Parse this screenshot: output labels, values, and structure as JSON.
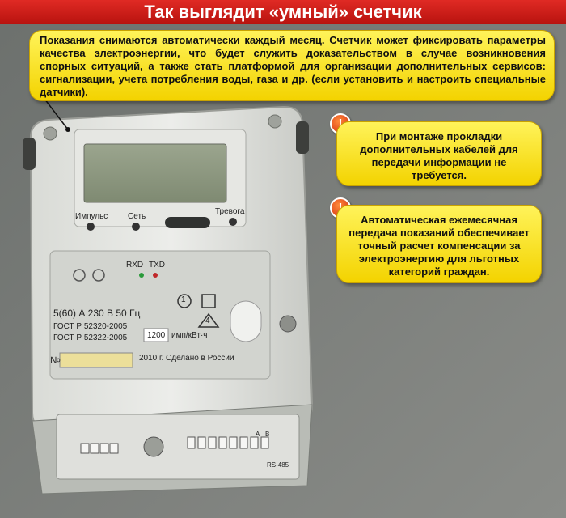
{
  "header": {
    "title": "Так выглядит «умный» счетчик"
  },
  "callouts": {
    "main": "Показания снимаются автоматически каждый месяц. Счетчик может фиксировать параметры качества электроэнергии, что будет служить доказательством в случае возникновения спорных ситуаций, а также стать платформой для организации дополнительных сервисов: сигнализации, учета потребления воды, газа и др. (если установить и настроить специальные датчики).",
    "side1": "При монтаже прокладки дополнительных кабелей для передачи информации не требуется.",
    "side2": "Автоматическая ежемесячная передача показаний обеспечивает точный расчет компенсации за электроэнергию для льготных категорий граждан.",
    "warn_glyph": "!"
  },
  "meter": {
    "impulse": "Импульс",
    "network": "Сеть",
    "alarm": "Тревога",
    "rxd": "RXD",
    "txd": "TXD",
    "rating": "5(60) А  230 В  50 Гц",
    "gost1": "ГОСТ Р 52320-2005",
    "gost2": "ГОСТ Р 52322-2005",
    "imp_value": "1200",
    "imp_unit": "имп/кВт·ч",
    "number_label": "№",
    "made": "2010 г. Сделано в России",
    "class1": "1",
    "class2": "4",
    "rs485": "RS-485",
    "terminal_a": "A",
    "terminal_b": "B"
  },
  "colors": {
    "callout_yellow": "#f7e01a",
    "header_red": "#c81a14",
    "warn_orange": "#e0481c"
  }
}
